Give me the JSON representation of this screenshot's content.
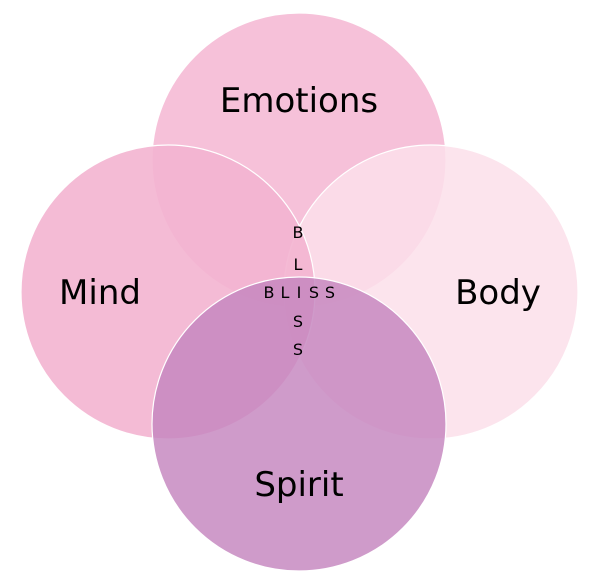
{
  "diagram": {
    "type": "venn",
    "sets": [
      {
        "id": "emotions",
        "label": "Emotions",
        "color": "#f5bcd6",
        "opacity": 0.92
      },
      {
        "id": "mind",
        "label": "Mind",
        "color": "#f3b4d0",
        "opacity": 0.9
      },
      {
        "id": "body",
        "label": "Body",
        "color": "#fbdfea",
        "opacity": 0.85
      },
      {
        "id": "spirit",
        "label": "Spirit",
        "color": "#c585be",
        "opacity": 0.82
      }
    ],
    "center": {
      "horizontal": "BLISS",
      "vertical": "BLISS"
    }
  }
}
